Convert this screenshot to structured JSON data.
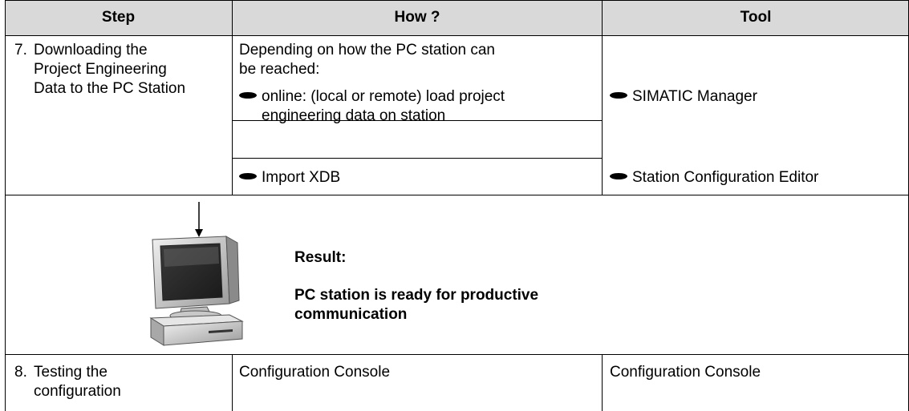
{
  "header": {
    "step": "Step",
    "how": "How ?",
    "tool": "Tool"
  },
  "row7": {
    "number": "7.",
    "step_lines": [
      "Downloading the",
      "Project Engineering",
      "Data to the PC Station"
    ],
    "how_intro": [
      "Depending on how the PC station can",
      "be reached:"
    ],
    "how_item1": [
      "online: (local or remote) load project",
      "engineering data on station"
    ],
    "how_item2": "Import XDB",
    "tool_item1": "SIMATIC Manager",
    "tool_item2": "Station Configuration Editor"
  },
  "result": {
    "title": "Result:",
    "text_lines": [
      "PC station is ready for productive",
      "communication"
    ]
  },
  "row8": {
    "number": "8.",
    "step_lines": [
      "Testing the",
      "configuration"
    ],
    "how": "Configuration Console",
    "tool": "Configuration Console"
  }
}
